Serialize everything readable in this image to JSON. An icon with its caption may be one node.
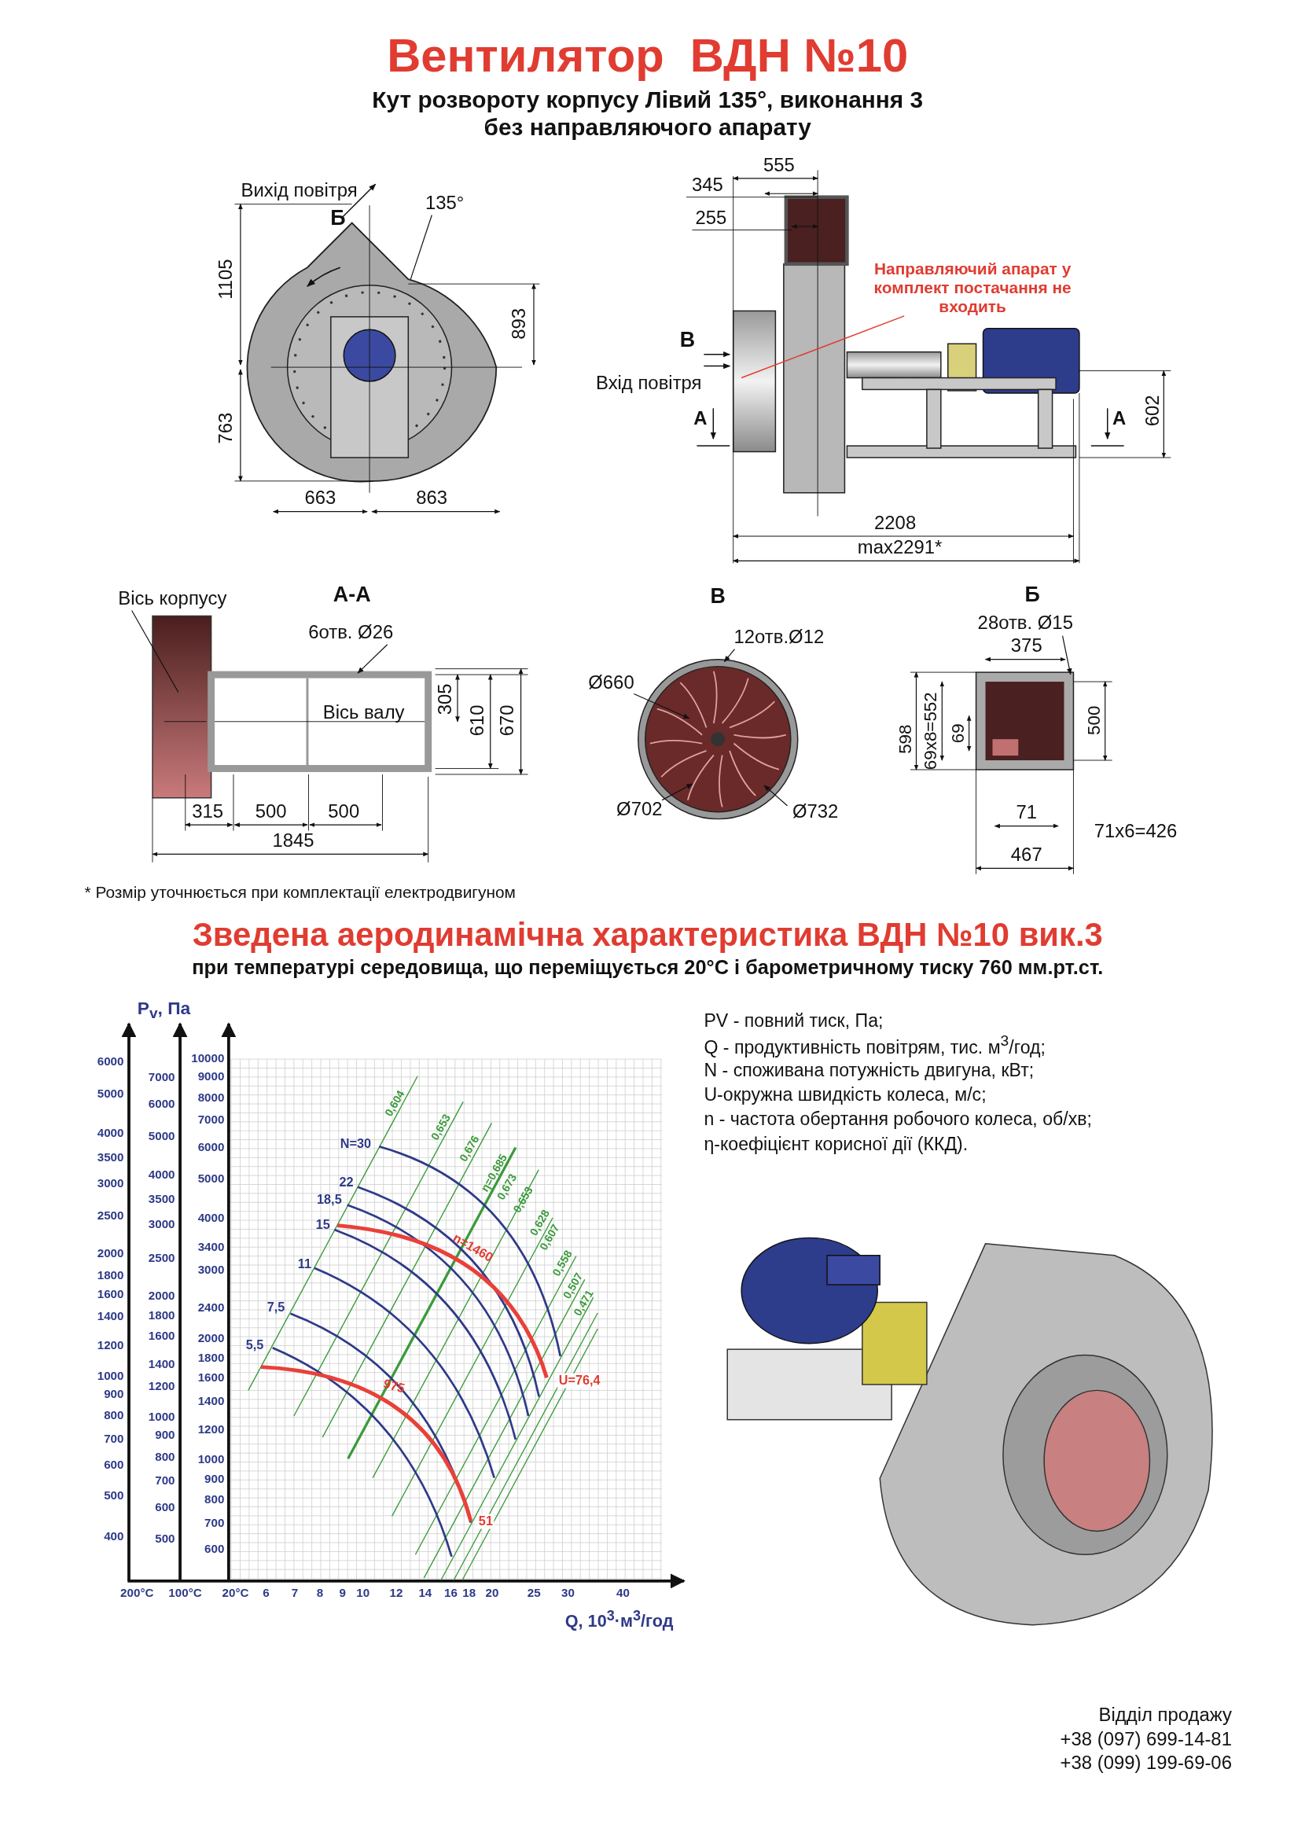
{
  "diagram": {
    "title": "Вентилятор  ВДН №10",
    "nodes": [
      {
        "text": [
          "135°"
        ]
      },
      {
        "text": [
          "Направляючий апарат у комплект постачання не входить"
        ]
      },
      {
        "text": [
          "Вісь корпусу"
        ]
      },
      {
        "text": [
          "6отв. Ø26"
        ]
      },
      {
        "text": [
          "12отв.Ø12"
        ]
      },
      {
        "text": [
          "Ø660"
        ]
      },
      {
        "text": [
          "Ø702"
        ]
      },
      {
        "text": [
          "Ø732"
        ]
      },
      {
        "text": [
          "28отв. Ø15"
        ]
      },
      {
        "text": [
          "Вісь валу"
        ]
      },
      {
        "text": [],
        "shape": "circle"
      },
      {
        "text": [],
        "shape": "box"
      }
    ],
    "edges": [
      {
        "from": 0,
        "to": null,
        "arrow": "none"
      },
      {
        "from": 1,
        "to": null,
        "arrow": "none",
        "color": "#e03c31"
      },
      {
        "from": 2,
        "to": null,
        "arrow": "none"
      },
      {
        "from": 3,
        "to": 9,
        "arrow": "to"
      },
      {
        "from": 4,
        "to": 10,
        "arrow": "to"
      },
      {
        "from": 5,
        "to": 10,
        "arrow": "to"
      },
      {
        "from": 6,
        "to": 10,
        "arrow": "to"
      },
      {
        "from": 7,
        "to": 10,
        "arrow": "to"
      },
      {
        "from": 8,
        "to": 11,
        "arrow": "to"
      }
    ],
    "labels": [
      "Кут розвороту корпусу Лівий 135°, виконання 3 без направляючого апарату",
      "Вихід повітря",
      "Б",
      "1105",
      "893",
      "763",
      "663",
      "863",
      "555",
      "345",
      "255",
      "В",
      "Вхід повітря",
      "А",
      "А",
      "602",
      "2208",
      "max2291*",
      "А-А",
      "305",
      "610",
      "670",
      "315",
      "500",
      "500",
      "1845",
      "В",
      "Б",
      "375",
      "598",
      "69х8=552",
      "69",
      "500",
      "71",
      "71х6=426",
      "467",
      "* Розмір уточнюється при комплектації електродвигуном",
      "Зведена аеродинамічна характеристика ВДН №10 вик.3",
      "при температурі середовища, що переміщується 20°С і барометричному тиску 760 мм.рт.ст.",
      "P$_{v}$, Па",
      "6000",
      "5000",
      "4000",
      "3500",
      "3000",
      "2500",
      "2000",
      "1800",
      "1600",
      "1400",
      "1200",
      "1000",
      "900",
      "800",
      "700",
      "600",
      "500",
      "400",
      "7000",
      "6000",
      "5000",
      "4000",
      "3500",
      "3000",
      "2500",
      "2000",
      "1800",
      "1600",
      "1400",
      "1200",
      "1000",
      "900",
      "800",
      "700",
      "600",
      "500",
      "10000",
      "9000",
      "8000",
      "7000",
      "6000",
      "5000",
      "4000",
      "3400",
      "3000",
      "2400",
      "2000",
      "1800",
      "1600",
      "1400",
      "1200",
      "1000",
      "900",
      "800",
      "700",
      "600",
      "200°С",
      "100°С",
      "20°С",
      "6",
      "7",
      "8",
      "9",
      "10",
      "12",
      "14",
      "16",
      "18",
      "20",
      "25",
      "30",
      "40",
      "Q, 10$^{3}$·м$^{3}$/год",
      "N=30",
      "22",
      "18,5",
      "15",
      "11",
      "7,5",
      "5,5",
      "0,604",
      "0,653",
      "0,676",
      "η=0,685",
      "0,673",
      "0,653",
      "0,628",
      "0,607",
      "0,558",
      "0,507",
      "0,471",
      "n=1460",
      "975",
      "U=76,4",
      "51",
      "PV - повний тиск, Па;",
      "Q - продуктивність повітрям, тис. м$^{3}$/год;",
      "N - споживана потужність двигуна, кВт;",
      "U-окружна швидкість колеса, м/с;",
      "n - частота обертання робочого колеса, об/хв;",
      "η-коефіцієнт корисної дії (ККД).",
      "Відділ продажу",
      "+38 (097) 699-14-81",
      "+38 (099) 199-69-06"
    ]
  }
}
